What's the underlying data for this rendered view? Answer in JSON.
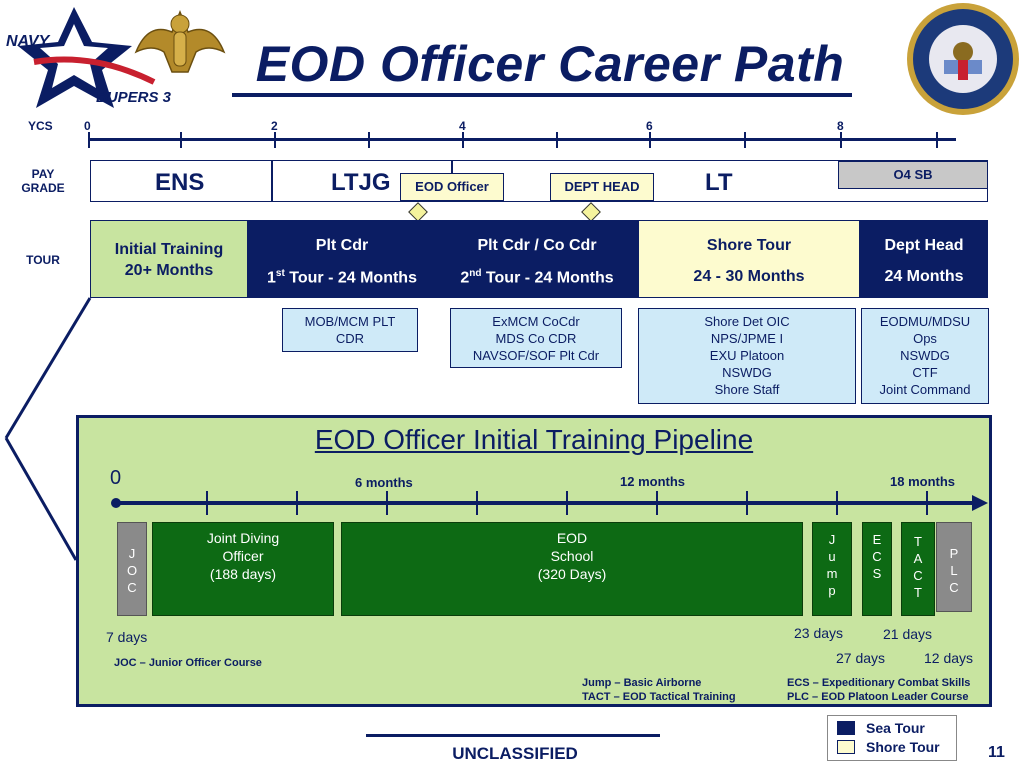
{
  "header": {
    "title": "EOD Officer Career Path",
    "logo_text_navy": "NAVY",
    "logo_text_bupers": "BUPERS 3",
    "seal_name": "seal-icon",
    "badge_name": "eod-badge-icon"
  },
  "yearscale": {
    "label": "YCS",
    "ticks": [
      "0",
      "2",
      "4",
      "6",
      "8"
    ]
  },
  "paygrade": {
    "label_line1": "PAY",
    "label_line2": "GRADE",
    "ens": "ENS",
    "ltjg": "LTJG",
    "lt": "LT",
    "o4sb": "O4 SB",
    "eod_officer": "EOD Officer",
    "dept_head": "DEPT HEAD"
  },
  "tour": {
    "label": "TOUR",
    "initial_line1": "Initial Training",
    "initial_line2": "20+ Months",
    "plt_cdr_title": "Plt Cdr",
    "plt_cdr_sub_pre": "1",
    "plt_cdr_sub_sup": "st",
    "plt_cdr_sub_post": " Tour - 24 Months",
    "co_cdr_title": "Plt Cdr / Co Cdr",
    "co_cdr_sub_pre": "2",
    "co_cdr_sub_sup": "nd",
    "co_cdr_sub_post": " Tour - 24 Months",
    "shore_title": "Shore Tour",
    "shore_sub": "24 - 30 Months",
    "dept_title": "Dept Head",
    "dept_sub": "24 Months"
  },
  "assignments": {
    "box1": [
      "MOB/MCM PLT",
      "CDR"
    ],
    "box2": [
      "ExMCM CoCdr",
      "MDS Co CDR",
      "NAVSOF/SOF Plt Cdr"
    ],
    "box3": [
      "Shore Det OIC",
      "NPS/JPME I",
      "EXU Platoon",
      "NSWDG",
      "Shore Staff"
    ],
    "box4": [
      "EODMU/MDSU",
      "Ops",
      "NSWDG",
      "CTF",
      "Joint Command"
    ]
  },
  "pipeline": {
    "title": "EOD Officer Initial Training Pipeline",
    "zero": "0",
    "m6": "6 months",
    "m12": "12 months",
    "m18": "18 months",
    "joc_letters": [
      "J",
      "O",
      "C"
    ],
    "diving": [
      "Joint Diving",
      "Officer",
      "(188 days)"
    ],
    "school": [
      "EOD",
      "School",
      "(320 Days)"
    ],
    "jump_letters": [
      "J",
      "u",
      "m",
      "p"
    ],
    "ecs_letters": [
      "E",
      "C",
      "S"
    ],
    "tact_letters": [
      "T",
      "A",
      "C",
      "T"
    ],
    "plc_letters": [
      "P",
      "L",
      "C"
    ],
    "days_joc": "7 days",
    "days_jump": "23 days",
    "days_ecs": "27 days",
    "days_tact": "21 days",
    "days_plc": "12 days",
    "note_joc": "JOC – Junior Officer Course",
    "note_jump": "Jump – Basic Airborne",
    "note_tact": "TACT – EOD Tactical Training",
    "note_ecs": "ECS – Expeditionary Combat Skills",
    "note_plc": "PLC – EOD Platoon Leader Course"
  },
  "legend": {
    "sea": "Sea Tour",
    "shore": "Shore Tour",
    "sea_color": "#0b1d63",
    "shore_color": "#fdfbcf"
  },
  "footer": {
    "classification": "UNCLASSIFIED",
    "page": "11"
  }
}
